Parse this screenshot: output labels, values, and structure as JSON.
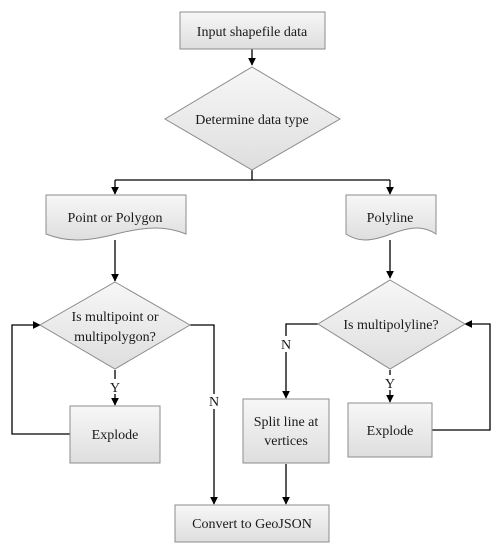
{
  "nodes": {
    "input_label": "Input shapefile data",
    "determine_label": "Determine data type",
    "point_polygon_label": "Point or Polygon",
    "polyline_label": "Polyline",
    "is_multipoint_line1": "Is multipoint or",
    "is_multipoint_line2": "multipolygon?",
    "is_multipolyline_label": "Is multipolyline?",
    "explode_left_label": "Explode",
    "explode_right_label": "Explode",
    "split_line1": "Split line at",
    "split_line2": "vertices",
    "convert_label": "Convert to GeoJSON"
  },
  "edges": {
    "yes_left": "Y",
    "no_left": "N",
    "yes_right": "Y",
    "no_right": "N"
  },
  "colors": {
    "node_fill": "#e6e6e6",
    "node_stroke": "#8c8c8c",
    "connector": "#000000"
  }
}
